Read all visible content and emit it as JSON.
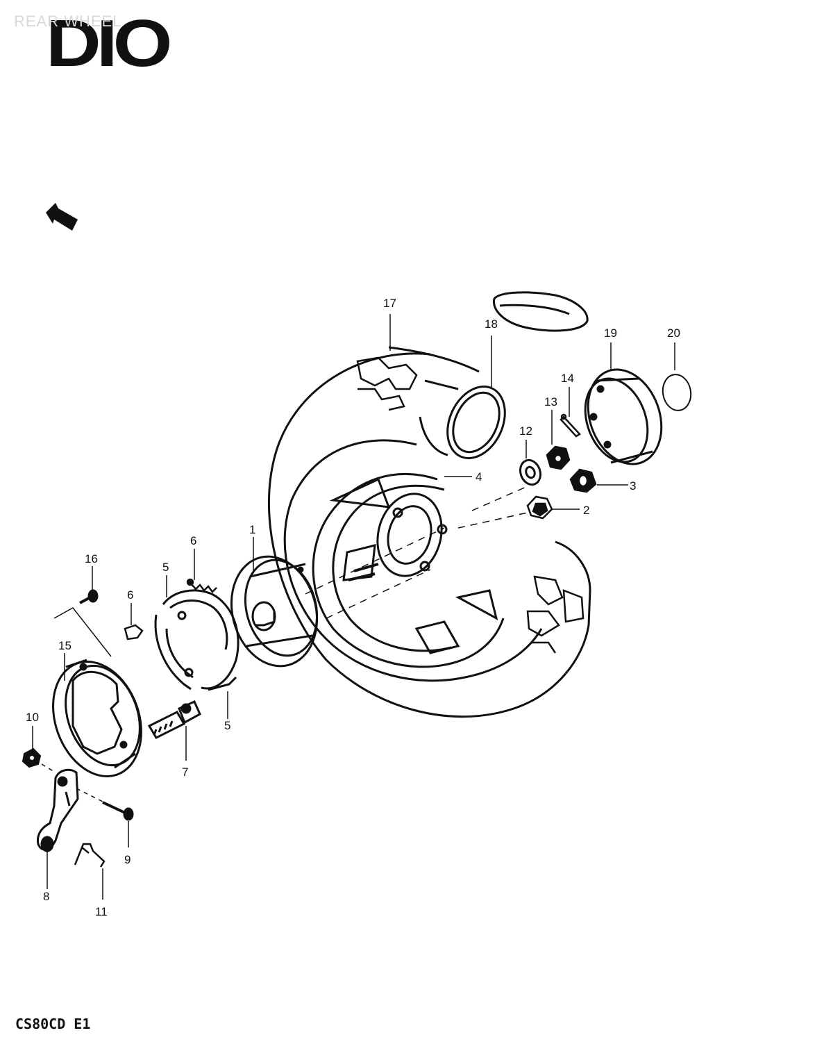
{
  "header": {
    "watermark": "REAR WHEEL",
    "brand_logo": "DIO"
  },
  "footer": {
    "model_code": "CS80CD E1"
  },
  "icons": {
    "orientation_arrow": "front-direction-arrow-icon"
  },
  "callouts": [
    {
      "id": "c1",
      "label": "1"
    },
    {
      "id": "c2",
      "label": "2"
    },
    {
      "id": "c3",
      "label": "3"
    },
    {
      "id": "c4",
      "label": "4"
    },
    {
      "id": "c5a",
      "label": "5"
    },
    {
      "id": "c5b",
      "label": "5"
    },
    {
      "id": "c6a",
      "label": "6"
    },
    {
      "id": "c6b",
      "label": "6"
    },
    {
      "id": "c7",
      "label": "7"
    },
    {
      "id": "c8",
      "label": "8"
    },
    {
      "id": "c9",
      "label": "9"
    },
    {
      "id": "c10",
      "label": "10"
    },
    {
      "id": "c11",
      "label": "11"
    },
    {
      "id": "c12",
      "label": "12"
    },
    {
      "id": "c13",
      "label": "13"
    },
    {
      "id": "c14",
      "label": "14"
    },
    {
      "id": "c15",
      "label": "15"
    },
    {
      "id": "c16",
      "label": "16"
    },
    {
      "id": "c17",
      "label": "17"
    },
    {
      "id": "c18",
      "label": "18"
    },
    {
      "id": "c19",
      "label": "19"
    },
    {
      "id": "c20",
      "label": "20"
    }
  ]
}
